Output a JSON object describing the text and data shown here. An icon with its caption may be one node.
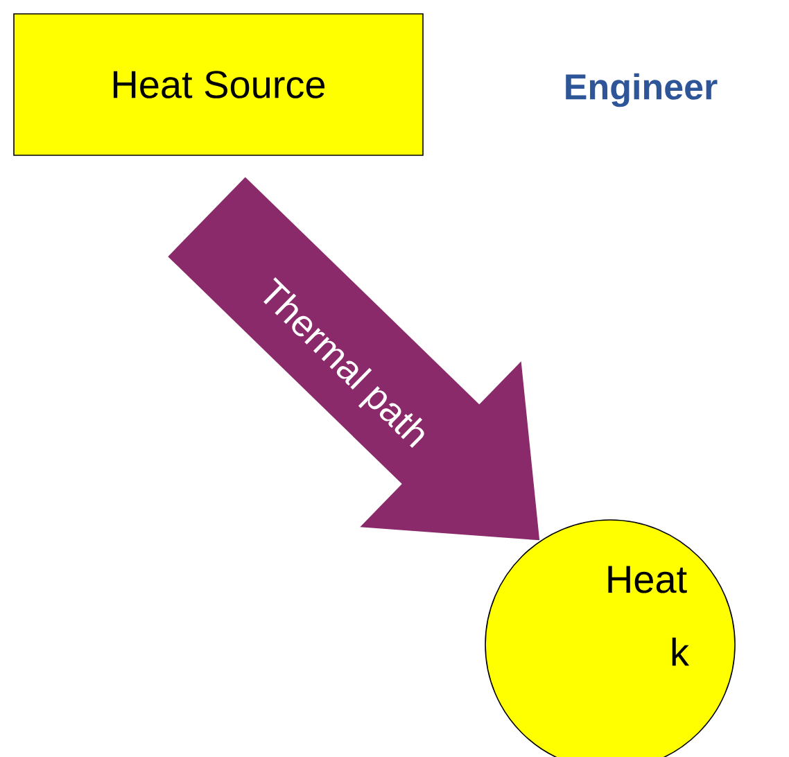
{
  "diagram": {
    "nodes": [
      {
        "text": [
          "Heat Source"
        ]
      },
      {
        "text": [
          "Heat",
          "k"
        ]
      }
    ],
    "edges": [
      {
        "from": 0,
        "to": 1,
        "arrow": "to",
        "label": "Thermal path"
      }
    ],
    "labels": [
      "Engineer"
    ]
  }
}
